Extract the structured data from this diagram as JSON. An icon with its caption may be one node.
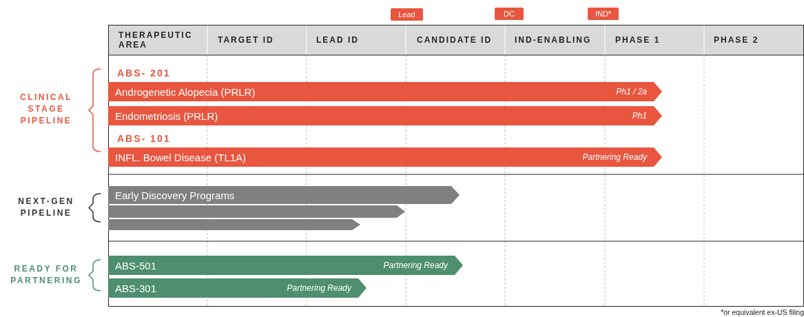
{
  "diagram": {
    "nodes": [
      {
        "text": [
          "Lead"
        ]
      },
      {
        "text": [
          "DC"
        ]
      },
      {
        "text": [
          "IND*"
        ]
      },
      {
        "text": [
          "Androgenetic Alopecia (PRLR)",
          "Ph1 / 2a"
        ]
      },
      {
        "text": [
          "Endometriosis (PRLR)",
          "Ph1"
        ]
      },
      {
        "text": [
          "INFL. Bowel Disease (TL1A)",
          "Partnering Ready"
        ]
      },
      {
        "text": [
          "Early Discovery Programs"
        ]
      },
      {
        "text": [],
        "shape": "bar"
      },
      {
        "text": [],
        "shape": "bar"
      },
      {
        "text": [
          "ABS-501",
          "Partnering Ready"
        ]
      },
      {
        "text": [
          "ABS-301",
          "Partnering Ready"
        ]
      }
    ],
    "labels": [
      "THERAPEUTIC AREA",
      "TARGET ID",
      "LEAD ID",
      "CANDIDATE ID",
      "IND-ENABLING",
      "PHASE 1",
      "PHASE 2",
      "CLINICAL STAGE PIPELINE",
      "ABS- 201",
      "ABS- 101",
      "NEXT-GEN PIPELINE",
      "READY FOR PARTNERING",
      "*or equivalent ex-US filing"
    ]
  }
}
